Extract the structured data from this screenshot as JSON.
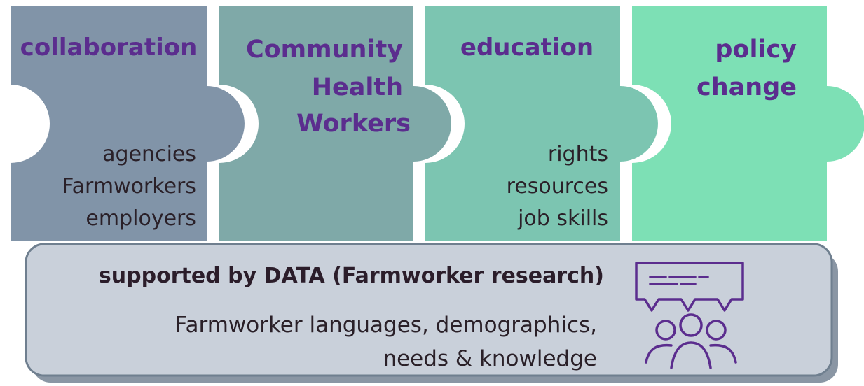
{
  "pieces": [
    {
      "title_lines": [
        "collaboration"
      ],
      "items": [
        "agencies",
        "Farmworkers",
        "employers"
      ],
      "color": "#8194a8"
    },
    {
      "title_lines": [
        "Community",
        "Health",
        "Workers"
      ],
      "items": [],
      "color": "#7fa9a8"
    },
    {
      "title_lines": [
        "education"
      ],
      "items": [
        "rights",
        "resources",
        "job skills"
      ],
      "color": "#7cc5b1"
    },
    {
      "title_lines": [
        "policy",
        "change"
      ],
      "items": [],
      "color": "#7de0b5"
    }
  ],
  "data_panel": {
    "title": "supported by DATA (Farmworker research)",
    "lines": [
      "Farmworker languages, demographics,",
      "needs & knowledge"
    ],
    "fill": "#c9d0da",
    "border": "#6f7f8f",
    "icon": "community-discussion-icon",
    "icon_color": "#5b2d8e"
  },
  "colors": {
    "title_purple": "#5b2d8e",
    "text_dark": "#2a2028"
  }
}
